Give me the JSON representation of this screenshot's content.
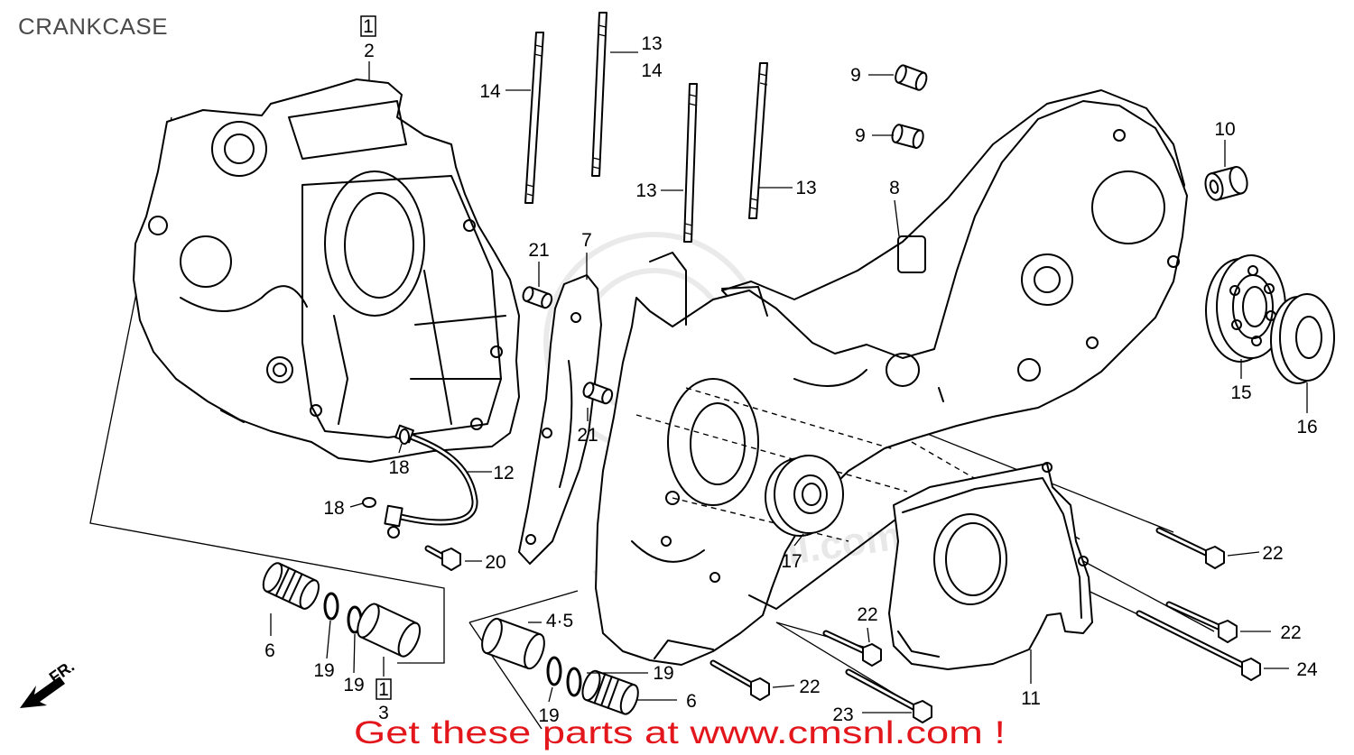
{
  "title": "CRANKCASE",
  "footer": "Get these parts at www.cmsnl.com !",
  "watermark": "www.cmsnl.com",
  "front_marker": "FR.",
  "colors": {
    "lines": "#000000",
    "footer": "#e3161b",
    "title": "#4a4a4a"
  },
  "callouts": [
    "1",
    "2",
    "14",
    "13",
    "14",
    "13",
    "13",
    "9",
    "9",
    "10",
    "8",
    "7",
    "21",
    "21",
    "18",
    "18",
    "12",
    "20",
    "6",
    "19",
    "19",
    "1",
    "3",
    "4·5",
    "19",
    "19",
    "6",
    "17",
    "22",
    "22",
    "22",
    "22",
    "24",
    "23",
    "11",
    "15",
    "16"
  ]
}
